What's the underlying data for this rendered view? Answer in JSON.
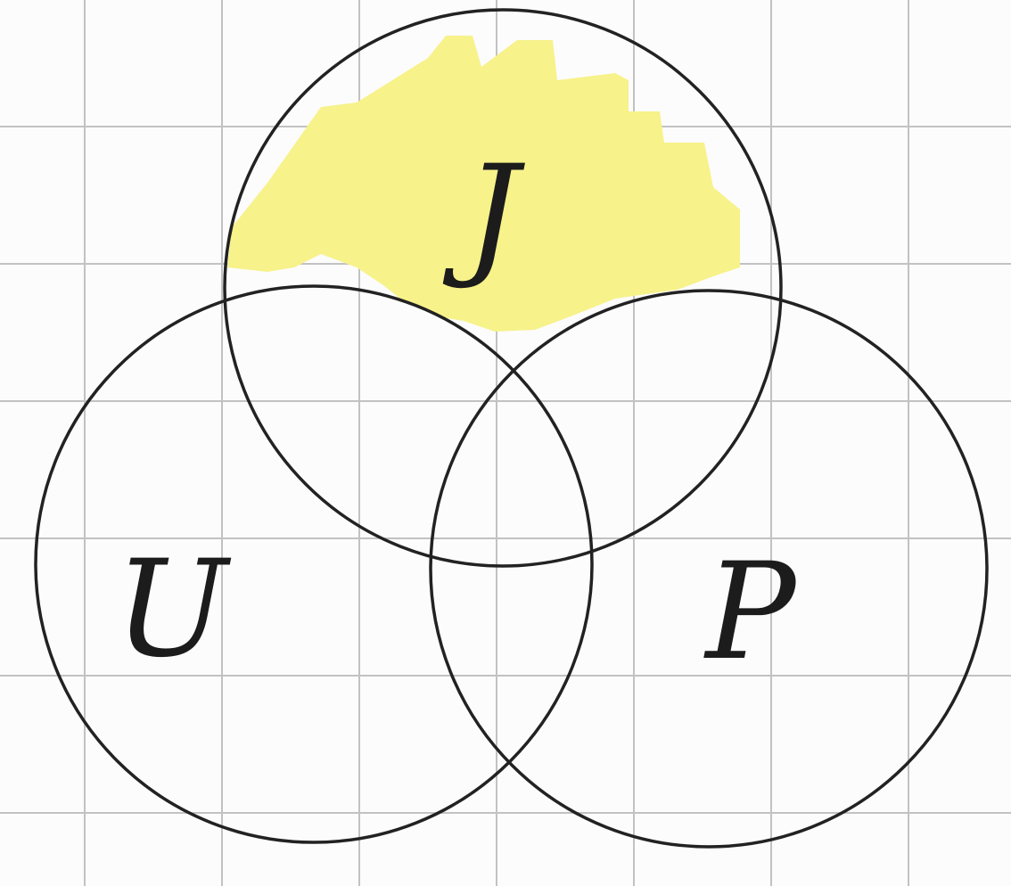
{
  "diagram": {
    "type": "venn",
    "sets": [
      {
        "id": "J",
        "label": "J"
      },
      {
        "id": "U",
        "label": "U"
      },
      {
        "id": "P",
        "label": "P"
      }
    ],
    "highlighted_region": "J only",
    "colors": {
      "background": "#fcfcfc",
      "grid": "#c2c2c2",
      "outline": "#222222",
      "highlight": "#f7f28a",
      "label": "#1c1c1c"
    }
  }
}
